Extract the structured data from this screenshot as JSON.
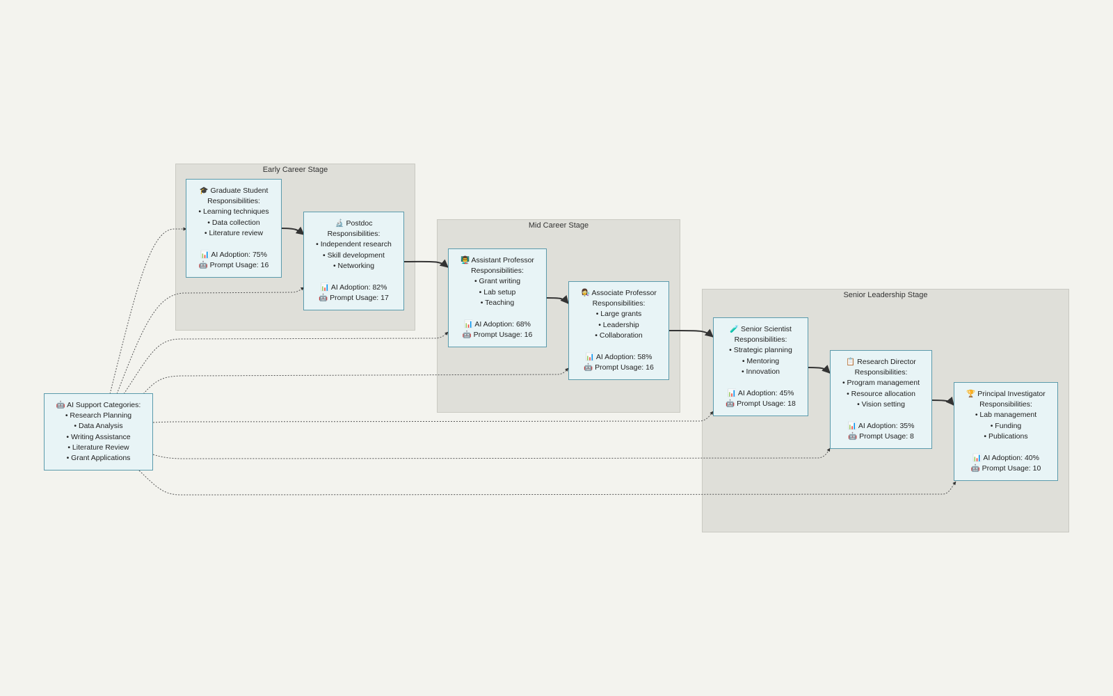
{
  "stages": {
    "early": {
      "title": "Early Career Stage"
    },
    "mid": {
      "title": "Mid Career Stage"
    },
    "senior": {
      "title": "Senior Leadership Stage"
    }
  },
  "ai_support": {
    "title": "🤖 AI Support Categories:",
    "items": [
      "• Research Planning",
      "• Data Analysis",
      "• Writing Assistance",
      "• Literature Review",
      "• Grant Applications"
    ]
  },
  "roles": [
    {
      "id": "grad",
      "title": "🎓 Graduate Student",
      "resp_label": "Responsibilities:",
      "items": [
        "• Learning techniques",
        "• Data collection",
        "• Literature review"
      ],
      "adoption": "📊 AI Adoption: 75%",
      "usage": "🤖 Prompt Usage: 16"
    },
    {
      "id": "postdoc",
      "title": "🔬 Postdoc",
      "resp_label": "Responsibilities:",
      "items": [
        "• Independent research",
        "• Skill development",
        "• Networking"
      ],
      "adoption": "📊 AI Adoption: 82%",
      "usage": "🤖 Prompt Usage: 17"
    },
    {
      "id": "asst",
      "title": "👨‍🏫 Assistant Professor",
      "resp_label": "Responsibilities:",
      "items": [
        "• Grant writing",
        "• Lab setup",
        "• Teaching"
      ],
      "adoption": "📊 AI Adoption: 68%",
      "usage": "🤖 Prompt Usage: 16"
    },
    {
      "id": "assoc",
      "title": "👩‍🔬 Associate Professor",
      "resp_label": "Responsibilities:",
      "items": [
        "• Large grants",
        "• Leadership",
        "• Collaboration"
      ],
      "adoption": "📊 AI Adoption: 58%",
      "usage": "🤖 Prompt Usage: 16"
    },
    {
      "id": "senior",
      "title": "🧪 Senior Scientist",
      "resp_label": "Responsibilities:",
      "items": [
        "• Strategic planning",
        "• Mentoring",
        "• Innovation"
      ],
      "adoption": "📊 AI Adoption: 45%",
      "usage": "🤖 Prompt Usage: 18"
    },
    {
      "id": "director",
      "title": "📋 Research Director",
      "resp_label": "Responsibilities:",
      "items": [
        "• Program management",
        "• Resource allocation",
        "• Vision setting"
      ],
      "adoption": "📊 AI Adoption: 35%",
      "usage": "🤖 Prompt Usage: 8"
    },
    {
      "id": "pi",
      "title": "🏆 Principal Investigator",
      "resp_label": "Responsibilities:",
      "items": [
        "• Lab management",
        "• Funding",
        "• Publications"
      ],
      "adoption": "📊 AI Adoption: 40%",
      "usage": "🤖 Prompt Usage: 10"
    }
  ],
  "colors": {
    "background": "#f3f3ee",
    "stage_fill": "#dfdfd9",
    "node_fill": "#e8f4f6",
    "node_border": "#5a9aab",
    "edge": "#333333"
  }
}
